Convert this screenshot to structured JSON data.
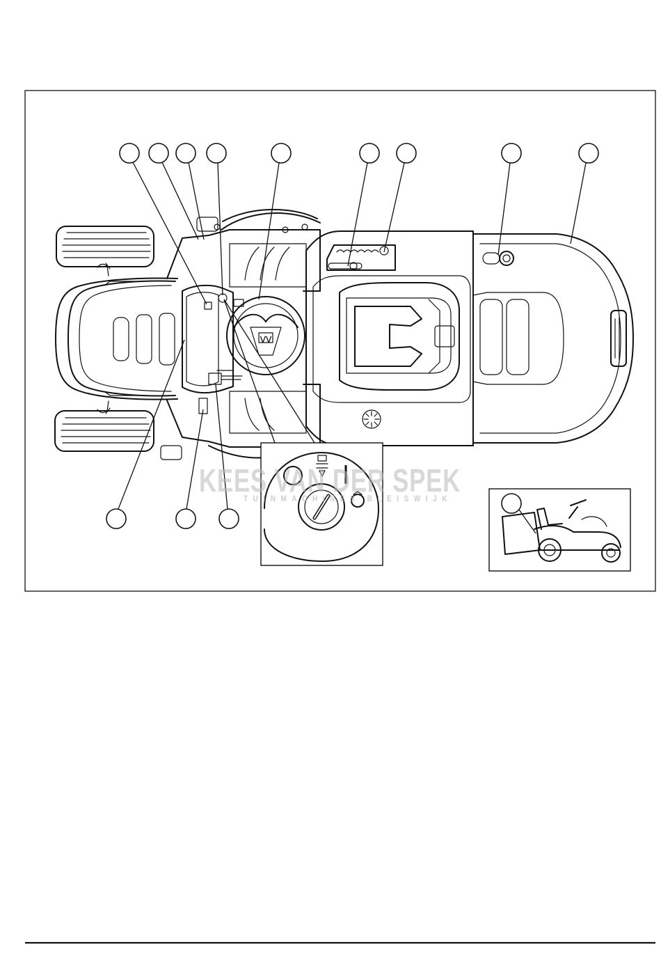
{
  "watermark": {
    "main": "KEES VAN DER SPEK",
    "sub": "TUINMACHINES BLEISWIJK"
  },
  "ignition_detail": {
    "symbols": {
      "stop": "O",
      "run": "I"
    },
    "icons": [
      "stop-icon",
      "lights-icon",
      "run-icon",
      "start-icon",
      "key-slot-icon"
    ]
  },
  "callouts": {
    "top_count": 9,
    "bottom_count": 3,
    "inset_count": 1,
    "labels_visible": false
  },
  "colors": {
    "line": "#111111",
    "background": "#ffffff",
    "watermark": "#b9b9b9"
  }
}
